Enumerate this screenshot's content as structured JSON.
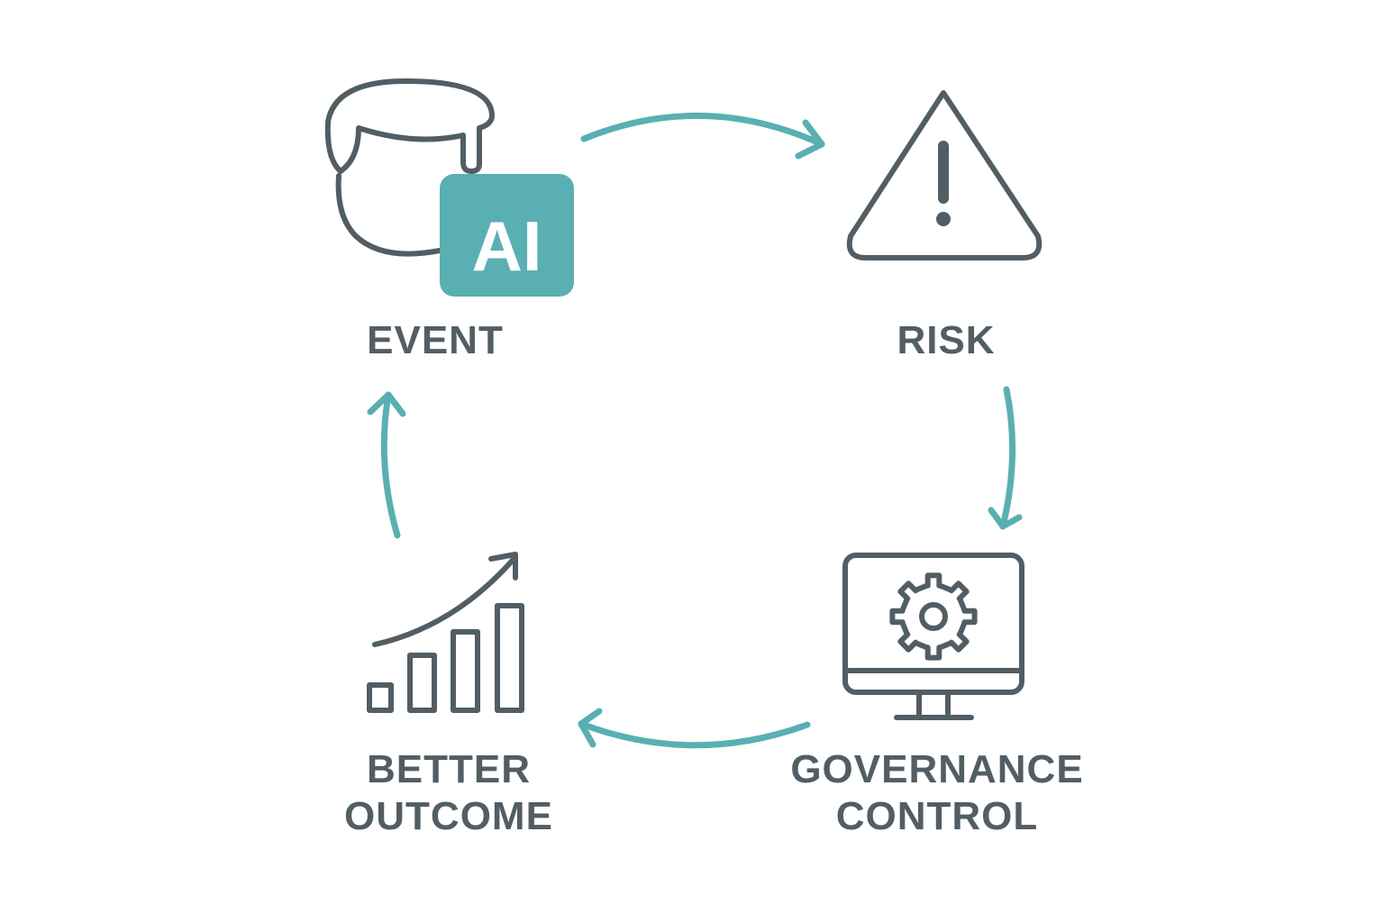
{
  "colors": {
    "ink": "#525d64",
    "accent": "#5aafb2",
    "background": "#ffffff"
  },
  "nodes": {
    "event": {
      "label": "EVENT",
      "icon": "person-with-ai-badge-icon",
      "badge_text": "AI"
    },
    "risk": {
      "label": "RISK",
      "icon": "warning-triangle-icon"
    },
    "governance": {
      "label_line1": "GOVERNANCE",
      "label_line2": "CONTROL",
      "icon": "monitor-gear-icon"
    },
    "outcome": {
      "label_line1": "BETTER",
      "label_line2": "OUTCOME",
      "icon": "growth-bar-chart-icon"
    }
  },
  "flow": [
    "event",
    "risk",
    "governance",
    "outcome",
    "event"
  ]
}
